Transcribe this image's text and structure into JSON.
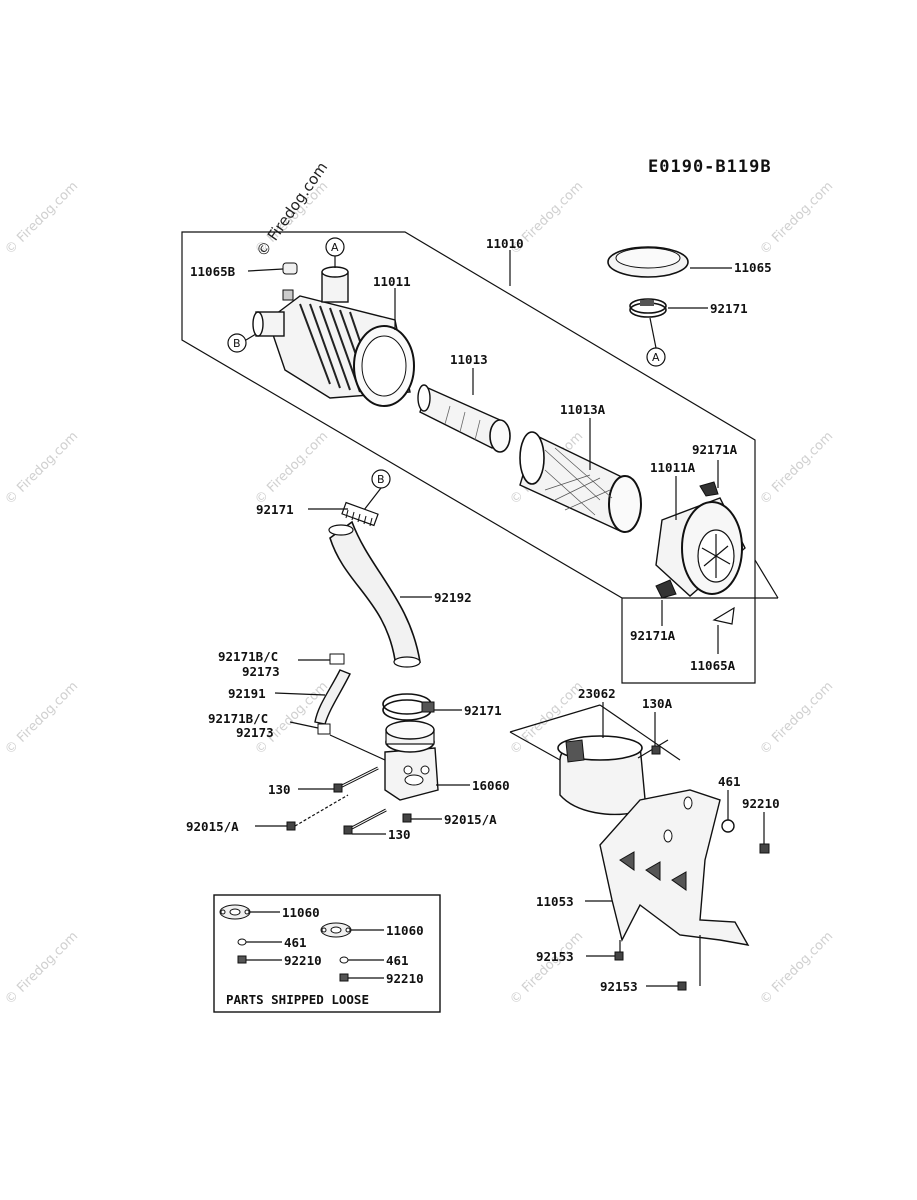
{
  "diagram_code": "E0190-B119B",
  "watermark": "© Firedog.com",
  "parts": {
    "p11010": "11010",
    "p11065B": "11065B",
    "p11011": "11011",
    "p11065": "11065",
    "p92171_top": "92171",
    "p11013": "11013",
    "p11013A": "11013A",
    "p92171A_top": "92171A",
    "p11011A": "11011A",
    "p92171_b": "92171",
    "p92192": "92192",
    "p92171A_bot": "92171A",
    "p11065A": "11065A",
    "p92171BC_1": "92171B/C",
    "p92173_1": "92173",
    "p92191": "92191",
    "p92171_clamp": "92171",
    "p92171BC_2": "92171B/C",
    "p92173_2": "92173",
    "p23062": "23062",
    "p130A": "130A",
    "p16060": "16060",
    "p130_top": "130",
    "p461": "461",
    "p92210": "92210",
    "p92015A_left": "92015/A",
    "p92015A_right": "92015/A",
    "p130_bot": "130",
    "p11053": "11053",
    "p92153_left": "92153",
    "p92153_bot": "92153"
  },
  "callouts": {
    "A": "A",
    "B": "B"
  },
  "loose_box": {
    "title": "PARTS SHIPPED LOOSE",
    "l11060_a": "11060",
    "l11060_b": "11060",
    "l461_a": "461",
    "l461_b": "461",
    "l92210_a": "92210",
    "l92210_b": "92210"
  }
}
